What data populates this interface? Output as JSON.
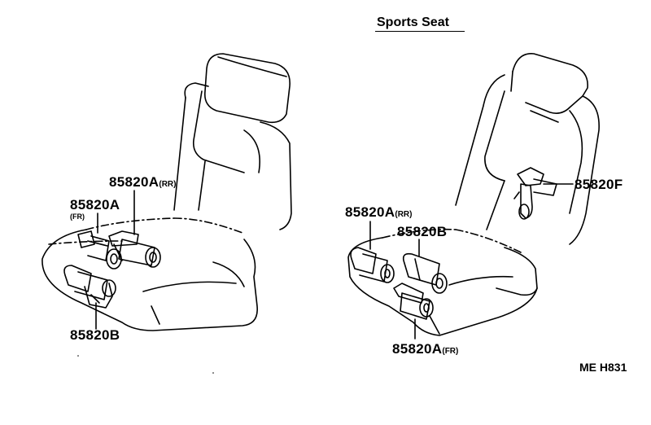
{
  "title": "Sports Seat",
  "figure_code": "ME H831",
  "left_seat": {
    "label_rr": {
      "part": "85820A",
      "suffix": "(RR)"
    },
    "label_fr": {
      "part": "85820A",
      "suffix": "(FR)"
    },
    "label_b": {
      "part": "85820B"
    }
  },
  "right_seat": {
    "label_rr": {
      "part": "85820A",
      "suffix": "(RR)"
    },
    "label_b": {
      "part": "85820B"
    },
    "label_f": {
      "part": "85820F"
    },
    "label_fr": {
      "part": "85820A",
      "suffix": "(FR)"
    }
  }
}
